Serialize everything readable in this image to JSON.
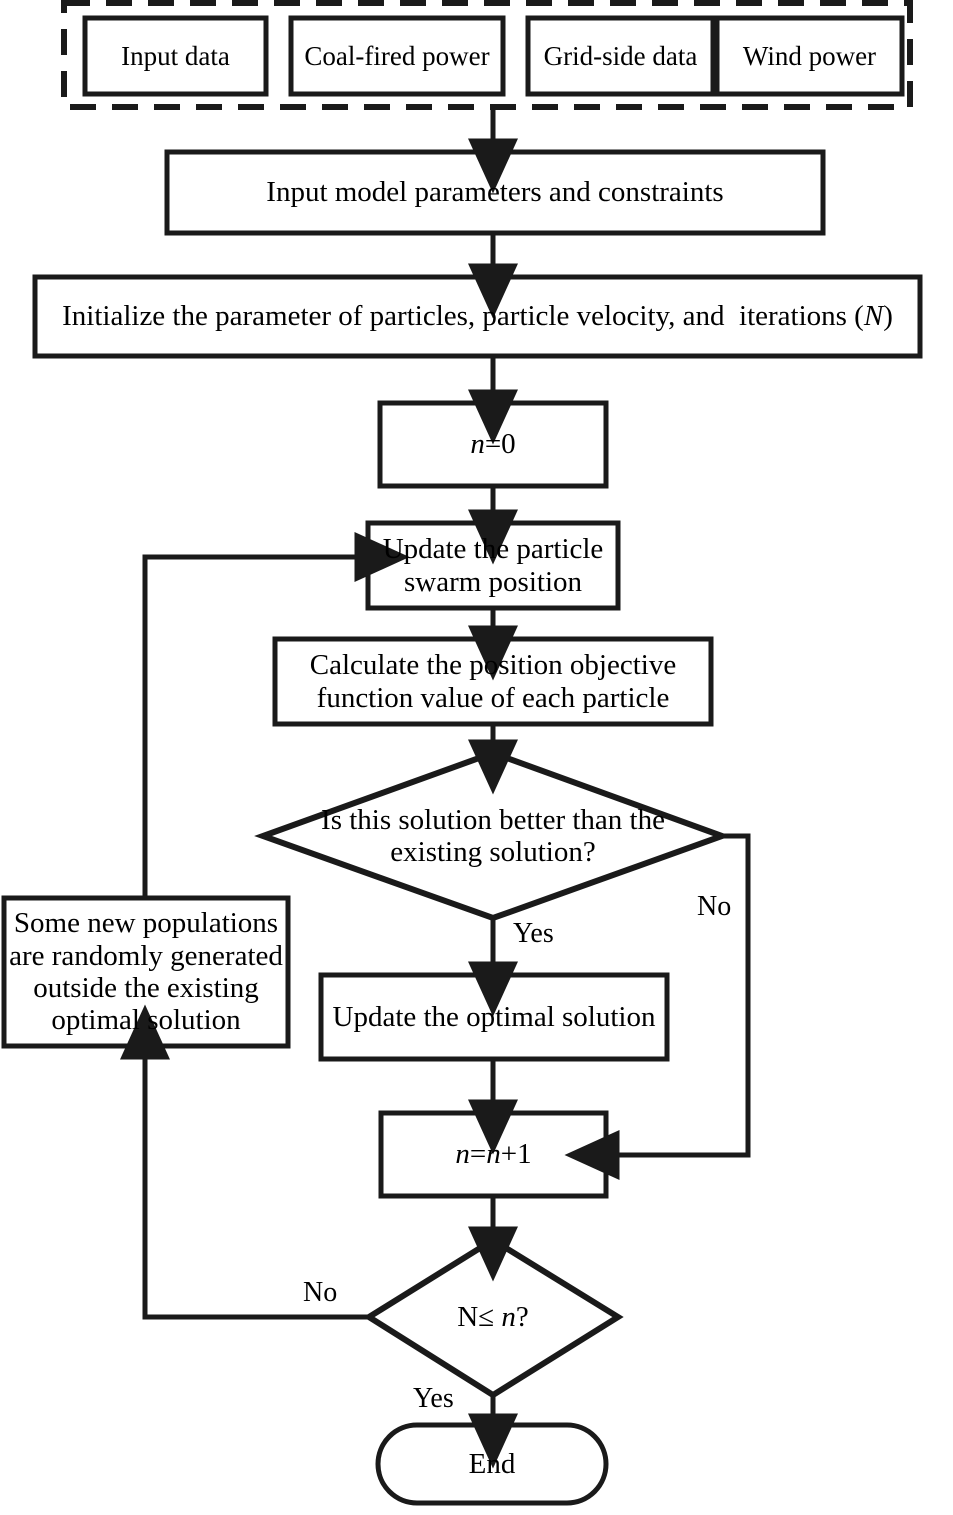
{
  "diagram": {
    "title": "PSO optimization flowchart",
    "stroke_color": "#1a1a1a",
    "fill_color": "#ffffff",
    "background": "#ffffff"
  },
  "input_group": {
    "style": "dashed-container",
    "boxes": [
      {
        "label": "Input data"
      },
      {
        "label": "Coal-fired power"
      },
      {
        "label": "Grid-side data"
      },
      {
        "label": "Wind power"
      }
    ]
  },
  "nodes": {
    "input_params": {
      "label": "Input model parameters and constraints",
      "shape": "rect"
    },
    "initialize": {
      "label": "Initialize the parameter of particles, particle velocity, and  iterations (N)",
      "shape": "rect"
    },
    "n_zero": {
      "label": "n=0",
      "shape": "rect"
    },
    "update_swarm": {
      "label": "Update the particle\nswarm position",
      "shape": "rect"
    },
    "calculate": {
      "label": "Calculate the position objective\nfunction value of each particle",
      "shape": "rect"
    },
    "decision_better": {
      "label": "Is this solution better than the\nexisting solution?",
      "shape": "diamond"
    },
    "new_populations": {
      "label": "Some new populations\nare randomly generated\noutside the existing\noptimal solution",
      "shape": "rect"
    },
    "update_optimal": {
      "label": "Update the optimal solution",
      "shape": "rect"
    },
    "n_increment": {
      "label": "n=n+1",
      "shape": "rect"
    },
    "decision_iter": {
      "label": "N≤ n?",
      "shape": "diamond"
    },
    "end": {
      "label": "End",
      "shape": "rounded"
    }
  },
  "edge_labels": {
    "better_yes": "Yes",
    "better_no": "No",
    "iter_no": "No",
    "iter_yes": "Yes"
  }
}
